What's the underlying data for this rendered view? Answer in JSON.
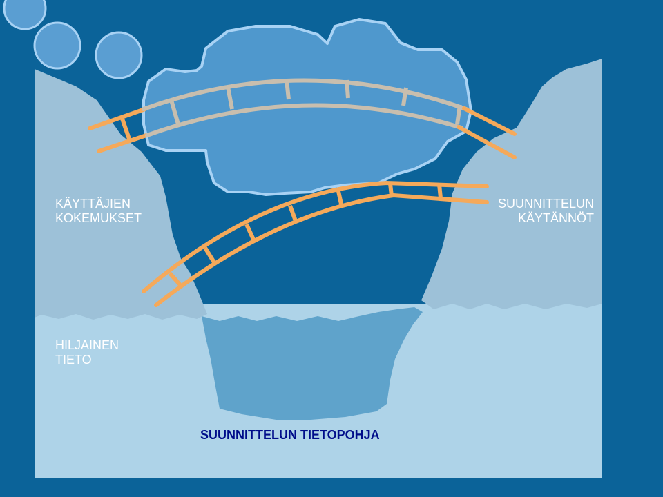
{
  "labels": {
    "user_experiences": [
      "KÄYTTÄJIEN",
      "KOKEMUKSET"
    ],
    "planning_practices": [
      "SUUNNITTELUN",
      "KÄYTÄNNÖT"
    ],
    "tacit_knowledge": [
      "HILJAINEN",
      "TIETO"
    ],
    "knowledge_base": "SUUNNITTELUN TIETOPOHJA"
  },
  "colors": {
    "background": "#0b6399",
    "cliff": "#9dc1d8",
    "water": "#aed3e8",
    "chasm_water": "#5fa3cb",
    "cloud_fill": "#4f98cd",
    "cloud_outline": "#a8d2f4",
    "bubble": "#5a9ed2",
    "upper_bridge": "#c8beae",
    "lower_bridge": "#f5a95a",
    "label_light": "#ffffff",
    "label_dark": "#000d8a"
  }
}
